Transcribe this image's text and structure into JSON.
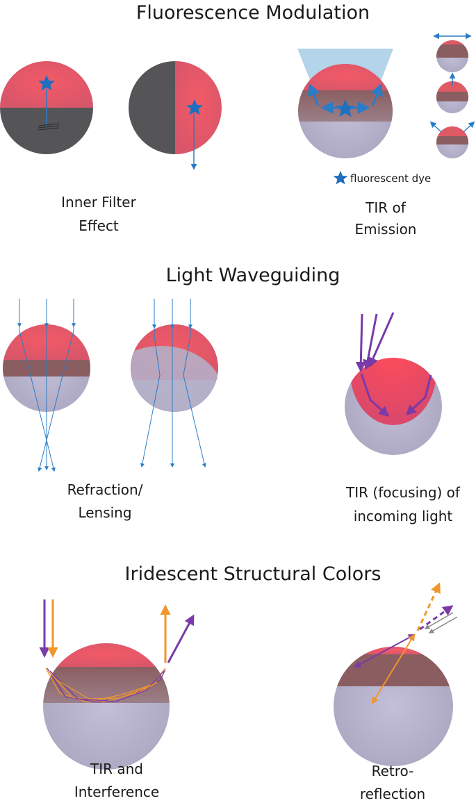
{
  "sections": [
    {
      "title": "Fluorescence Modulation"
    },
    {
      "title": "Light Waveguiding"
    },
    {
      "title": "Iridescent Structural Colors"
    }
  ],
  "panels": {
    "inner_filter": {
      "line1": "Inner Filter",
      "line2": "Effect"
    },
    "tir_emission": {
      "line1": "TIR of",
      "line2": "Emission"
    },
    "legend": {
      "text": "fluorescent dye"
    },
    "refraction": {
      "line1": "Refraction/",
      "line2": "Lensing"
    },
    "tir_focusing": {
      "line1": "TIR (focusing) of",
      "line2": "incoming light"
    },
    "tir_interference": {
      "line1": "TIR and",
      "line2": "Interference"
    },
    "retro": {
      "line1": "Retro-",
      "line2": "reflection"
    }
  },
  "colors": {
    "red_phase": "#e05a66",
    "dark_phase": "#555557",
    "lavender_phase": "#b4b0c8",
    "arrow_blue": "#2a7cc7",
    "arrow_purple": "#7a3aa8",
    "arrow_orange": "#f0962a",
    "arrow_gray": "#8a8a8a",
    "star_blue": "#1f6fc0"
  }
}
